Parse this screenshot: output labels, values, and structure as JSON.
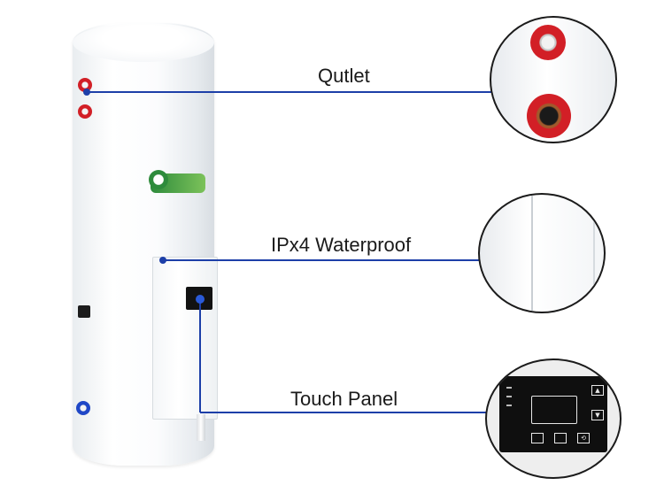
{
  "callouts": {
    "outlet": "Qutlet",
    "waterproof": "IPx4 Waterproof",
    "touch_panel": "Touch Panel"
  },
  "colors": {
    "line": "#1d3fa8",
    "hot_port": "#d21f26",
    "cold_port": "#1f47c7"
  },
  "icons": {
    "up": "▲",
    "down": "▼",
    "back": "⟲"
  }
}
